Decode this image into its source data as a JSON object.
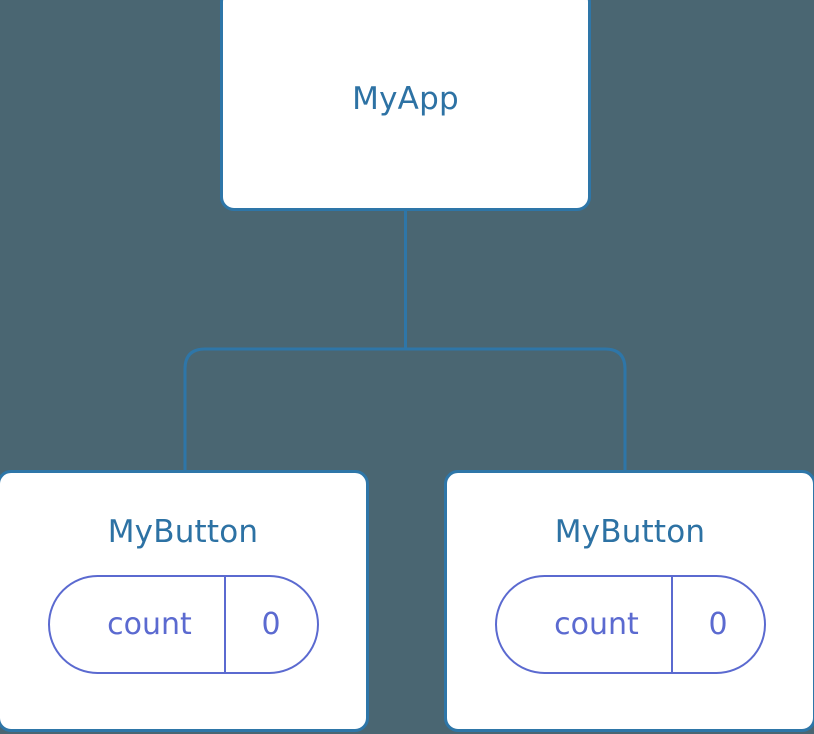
{
  "canvas": {
    "background_color": "#4a6672",
    "node_border_color": "#2e76a8",
    "node_fill_color": "#ffffff",
    "node_title_color": "#2d72a4",
    "pill_color": "#5b6ad0",
    "connector_color": "#2e76a8"
  },
  "tree": {
    "root": {
      "title": "MyApp"
    },
    "children": [
      {
        "title": "MyButton",
        "state": {
          "key": "count",
          "value": "0"
        }
      },
      {
        "title": "MyButton",
        "state": {
          "key": "count",
          "value": "0"
        }
      }
    ]
  }
}
